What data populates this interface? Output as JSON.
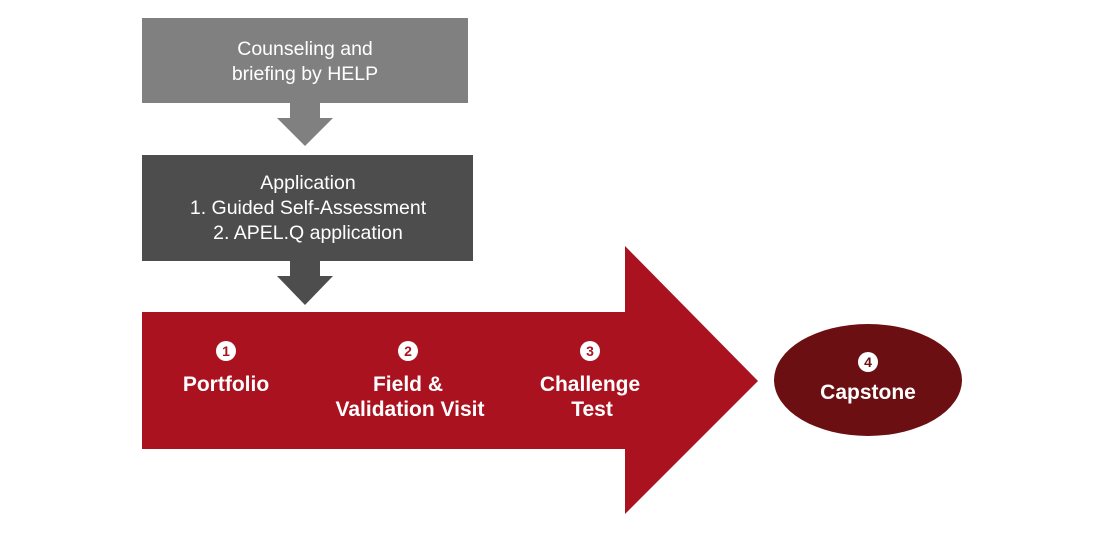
{
  "colors": {
    "step1_box": "#808080",
    "step2_box": "#4d4d4d",
    "main_arrow": "#ab1220",
    "capstone": "#6b0f13",
    "text": "#ffffff"
  },
  "counseling": {
    "lines": [
      "Counseling and",
      "briefing by HELP"
    ]
  },
  "application": {
    "lines": [
      "Application",
      "1. Guided Self-Assessment",
      "2. APEL.Q application"
    ]
  },
  "stages": [
    {
      "number": "1",
      "lines": [
        "Portfolio"
      ]
    },
    {
      "number": "2",
      "lines": [
        "Field &",
        "Validation Visit"
      ]
    },
    {
      "number": "3",
      "lines": [
        "Challenge",
        "Test"
      ]
    }
  ],
  "capstone": {
    "number": "4",
    "label": "Capstone"
  }
}
